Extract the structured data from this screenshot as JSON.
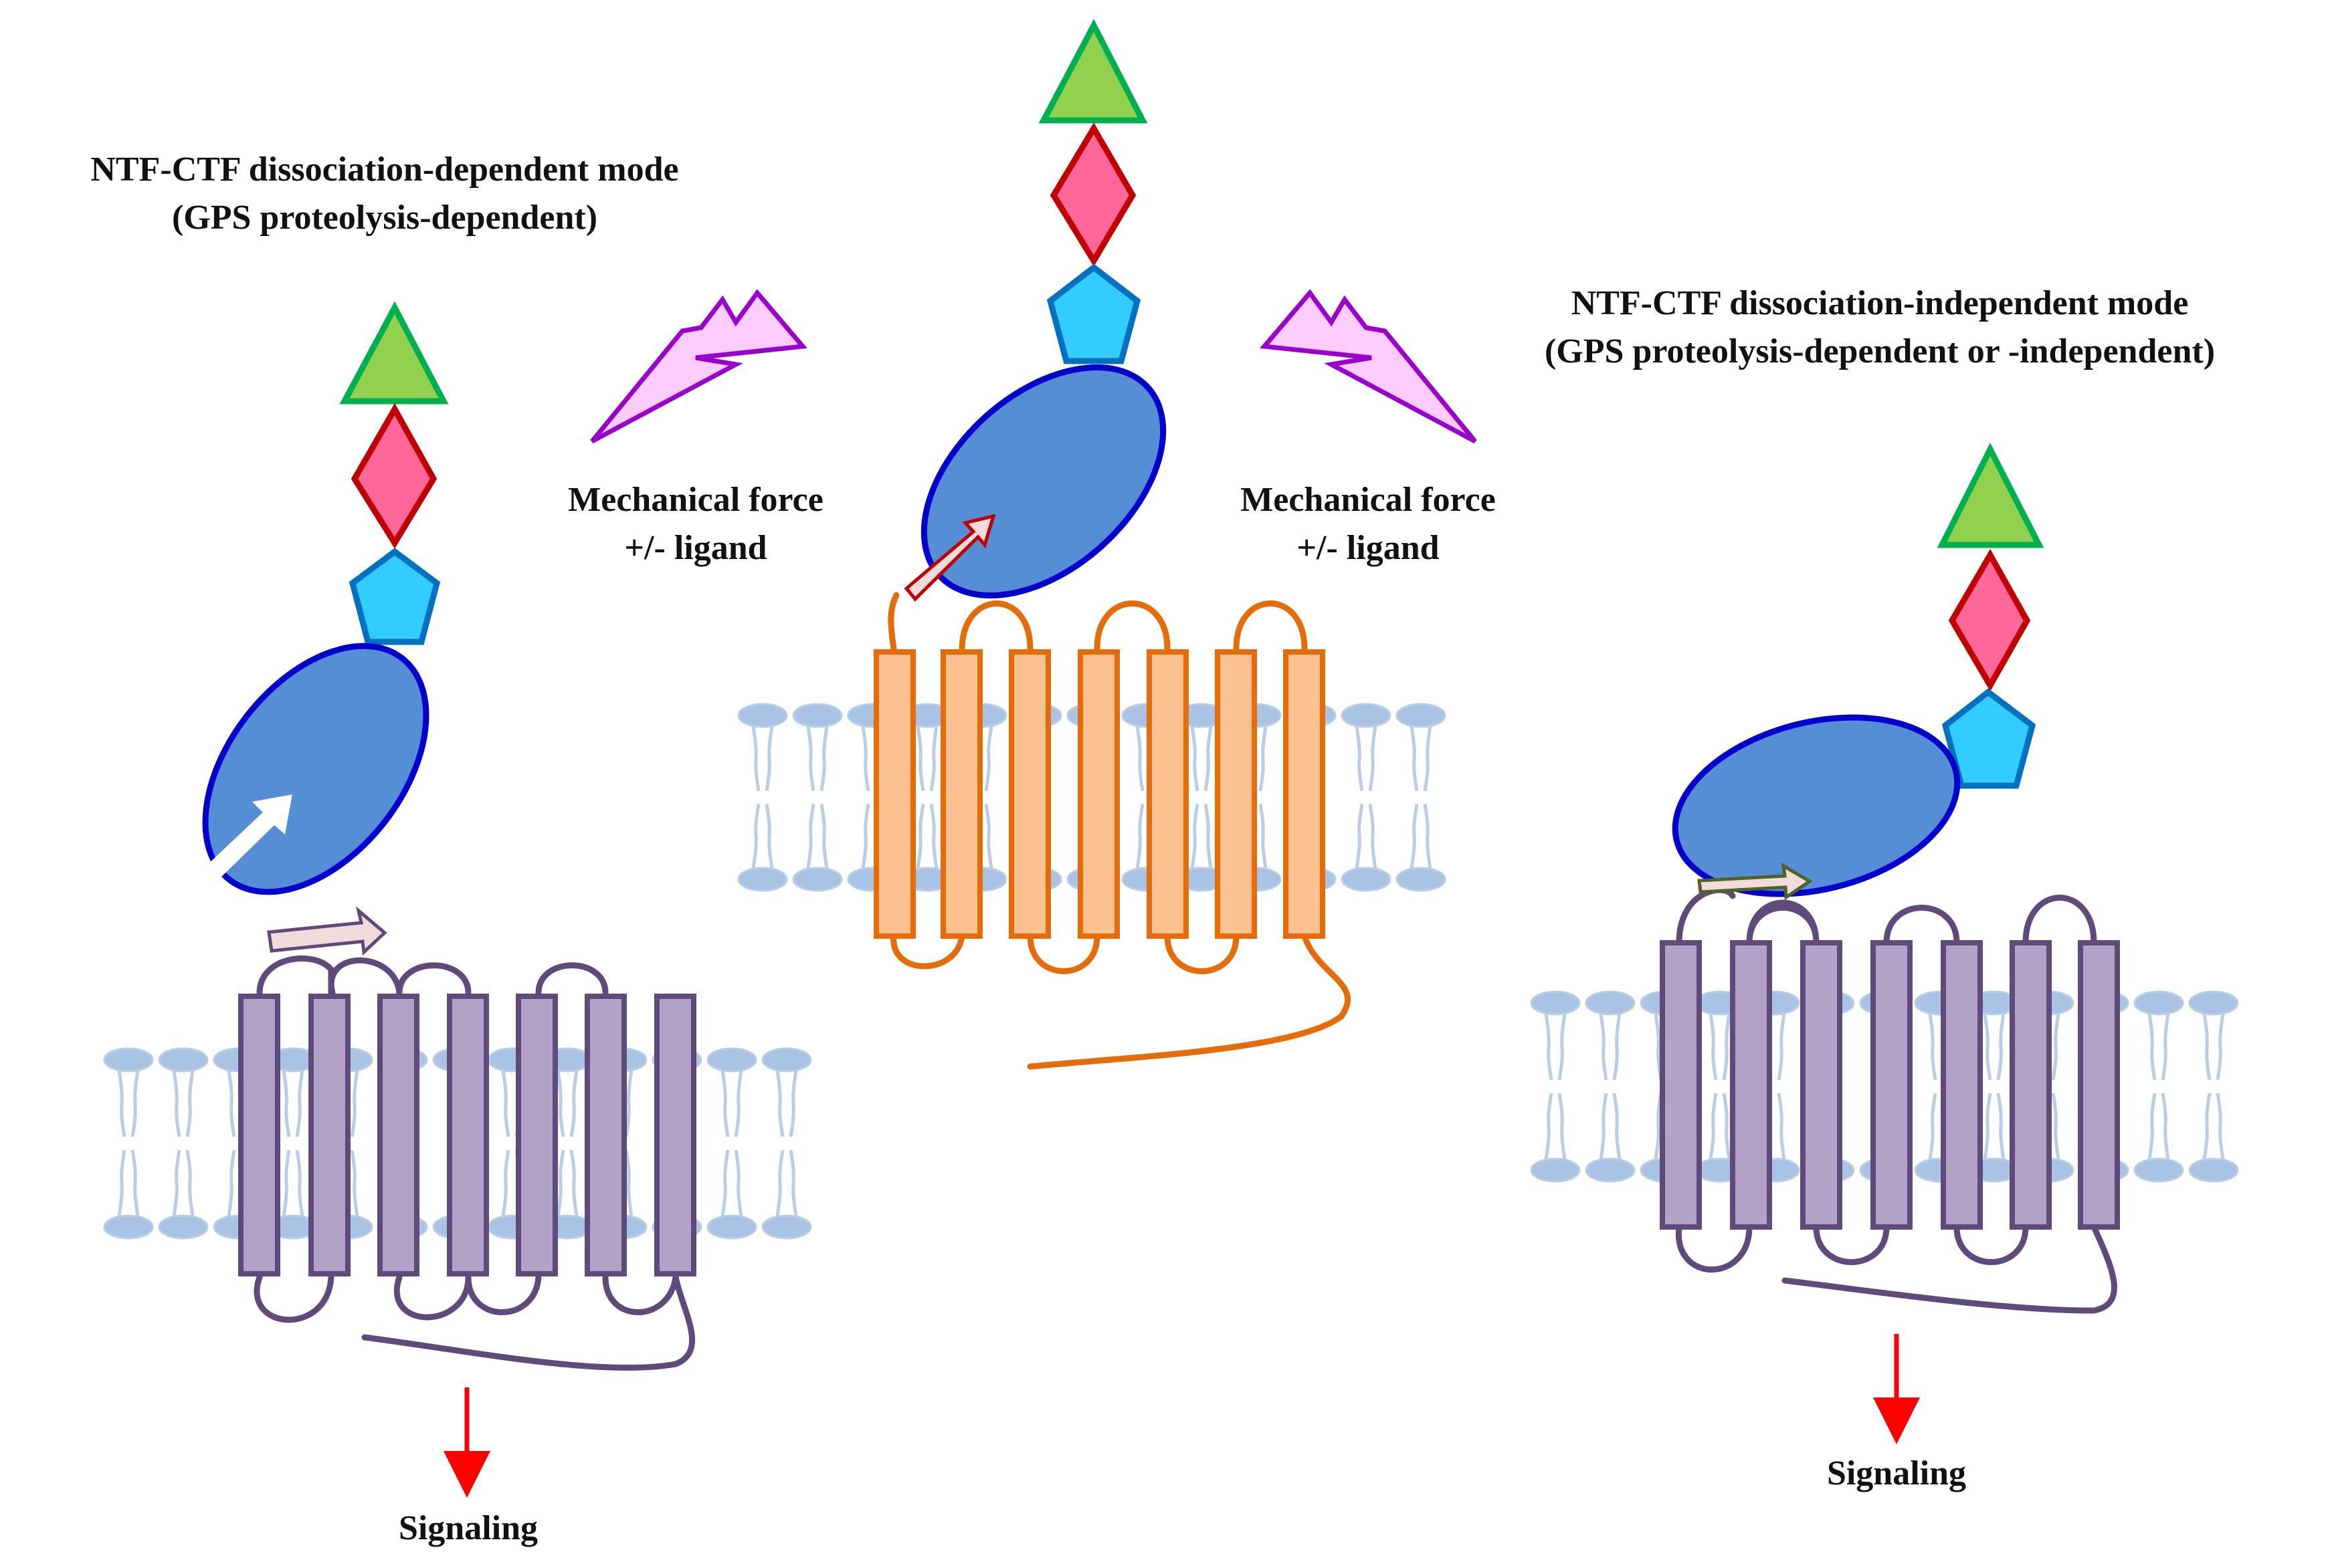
{
  "left_panel": {
    "title_line1": "NTF-CTF dissociation-dependent mode",
    "title_line2": "(GPS proteolysis-dependent)",
    "output_label": "Signaling"
  },
  "center_panel": {
    "force_left_line1": "Mechanical force",
    "force_left_line2": "+/- ligand",
    "force_right_line1": "Mechanical force",
    "force_right_line2": "+/- ligand"
  },
  "right_panel": {
    "title_line1": "NTF-CTF dissociation-independent mode",
    "title_line2": "(GPS proteolysis-dependent or -independent)",
    "output_label": "Signaling"
  },
  "colors": {
    "triangle_fill": "#92D050",
    "triangle_stroke": "#00B050",
    "diamond_fill": "#FF6699",
    "diamond_stroke": "#C00000",
    "pentagon_fill": "#33CCFF",
    "pentagon_stroke": "#0070C0",
    "gain_domain_fill": "#558ED5",
    "gain_domain_stroke": "#0000CC",
    "ctf_fill": "#B3A2C7",
    "ctf_stroke": "#604A7B",
    "orange_fill": "#FAC090",
    "orange_stroke": "#E46C0A",
    "lipid_color": "#B9CDE5",
    "lipid_head_fill": "#A8C3E4",
    "bolt_fill": "#FFCCFF",
    "bolt_stroke": "#9900CC",
    "signal_arrow": "#FF0000"
  }
}
